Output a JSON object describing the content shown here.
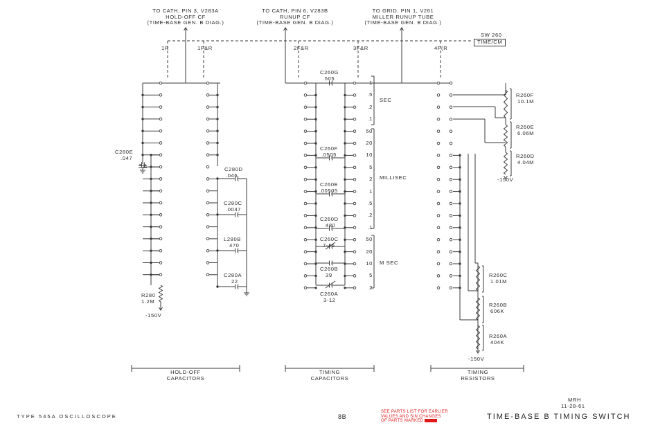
{
  "diagram": {
    "top_labels": {
      "holdoff_cf": "TO CATH, PIN 3, V283A\nHOLD-OFF CF\n(TIME-BASE GEN. B DIAG.)",
      "runup_cf": "TO CATH, PIN 6, V283B\nRUNUP CF\n(TIME-BASE GEN. B DIAG.)",
      "miller_runup": "TO GRID, PIN 1, V261\nMILLER RUNUP TUBE\n(TIME-BASE GEN. B DIAG.)"
    },
    "switch": {
      "ref": "SW 260",
      "name": "TIME/CM"
    },
    "wafer_labels": [
      "1R",
      "1F&R",
      "2F&R",
      "3F&R",
      "4F(R"
    ],
    "holdoff_caps": [
      {
        "ref": "C280E",
        "value": ".047"
      },
      {
        "ref": "C280D",
        "value": ".046"
      },
      {
        "ref": "C280C",
        "value": ".0047"
      },
      {
        "ref": "L280B",
        "value": "470"
      },
      {
        "ref": "C280A",
        "value": "22"
      }
    ],
    "holdoff_resistor": {
      "ref": "R280",
      "value": "1.2M",
      "supply": "-150V"
    },
    "timing_caps": [
      {
        "ref": "C260G",
        "value": ".505"
      },
      {
        "ref": "C260F",
        "value": ".0505"
      },
      {
        "ref": "C260E",
        "value": ".00505"
      },
      {
        "ref": "C260D",
        "value": "480"
      },
      {
        "ref": "C260C",
        "value": "7-45"
      },
      {
        "ref": "C260B",
        "value": "39"
      },
      {
        "ref": "C260A",
        "value": "3-12"
      }
    ],
    "timing_steps": [
      "1",
      ".5",
      ".2",
      ".1",
      "50",
      "20",
      "10",
      "5",
      "2",
      "1",
      ".5",
      ".2",
      ".1",
      "50",
      "20",
      "10",
      "5",
      "2"
    ],
    "ranges": [
      "SEC",
      "MILLISEC",
      "μ SEC"
    ],
    "timing_resistors": [
      {
        "ref": "R260F",
        "value": "10.1M"
      },
      {
        "ref": "R260E",
        "value": "6.06M"
      },
      {
        "ref": "R260D",
        "value": "4.04M"
      },
      {
        "ref": "R260C",
        "value": "1.01M"
      },
      {
        "ref": "R260B",
        "value": "606K"
      },
      {
        "ref": "R260A",
        "value": "404K"
      }
    ],
    "resistor_supply_upper": "-150V",
    "resistor_supply_lower": "-150V",
    "section_labels": {
      "holdoff": "HOLD-OFF\nCAPACITORS",
      "timing_caps": "TIMING\nCAPACITORS",
      "timing_res": "TIMING\nRESISTORS"
    }
  },
  "footer": {
    "product": "TYPE 545A OSCILLOSCOPE",
    "page": "8B",
    "note": "SEE PARTS LIST FOR EARLIER\nVALUES AND S/N CHANGES\nOF PARTS MARKED",
    "initials": "MRH",
    "date": "11-28-61",
    "title": "TIME-BASE B TIMING SWITCH"
  },
  "colors": {
    "ink": "#333333",
    "note": "#e01818",
    "background": "#ffffff"
  }
}
